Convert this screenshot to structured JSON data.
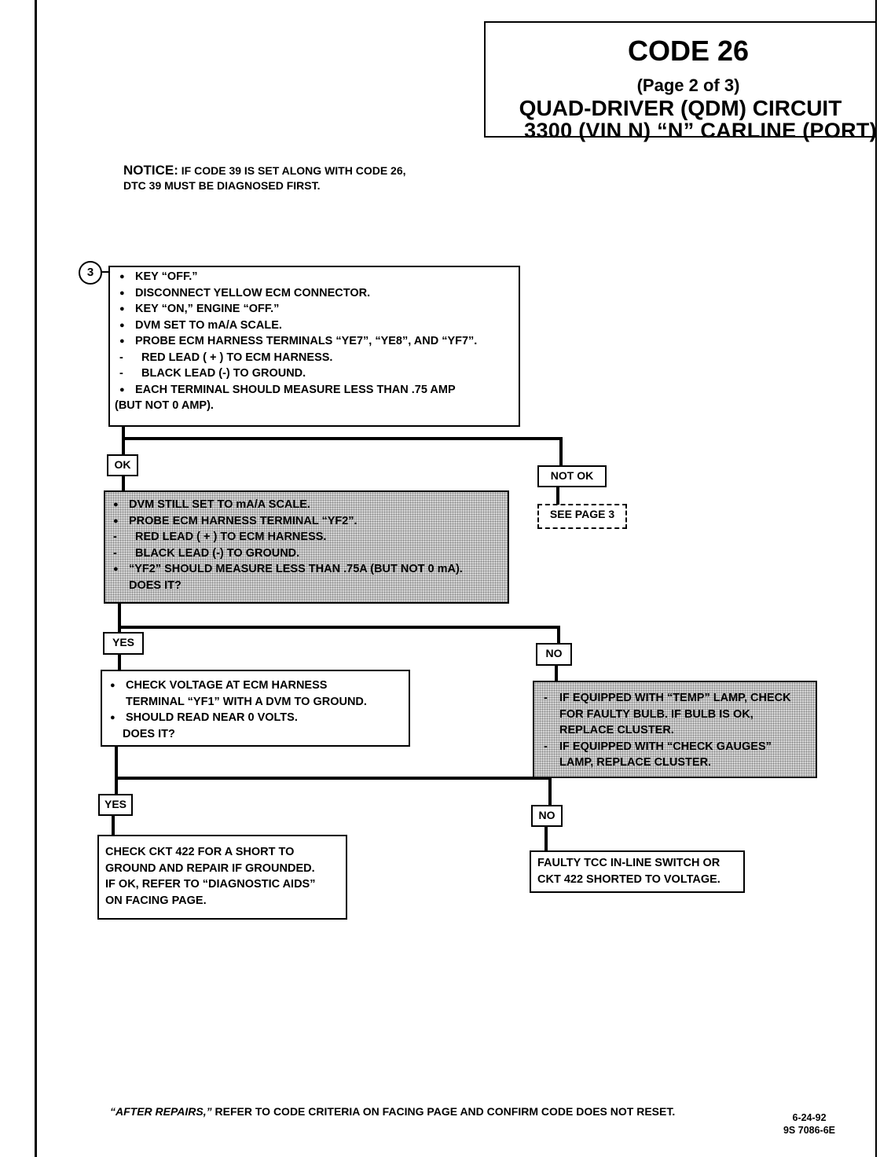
{
  "title": {
    "code": "CODE 26",
    "page": "(Page 2 of 3)",
    "line1": "QUAD-DRIVER (QDM) CIRCUIT",
    "line2": "3300  (VIN N)  “N”  CARLINE  (PORT)"
  },
  "notice": {
    "label": "NOTICE:",
    "text_a": " IF CODE 39 IS SET ALONG WITH CODE 26,",
    "text_b": "DTC 39 MUST BE DIAGNOSED FIRST."
  },
  "step_number": "3",
  "box1": {
    "items": [
      "KEY “OFF.”",
      "DISCONNECT YELLOW ECM CONNECTOR.",
      "KEY “ON,” ENGINE “OFF.”",
      "DVM SET TO mA/A SCALE.",
      "PROBE ECM HARNESS TERMINALS “YE7”, “YE8”, AND “YF7”.",
      "RED LEAD ( + ) TO ECM HARNESS.",
      "BLACK LEAD (-) TO GROUND.",
      "EACH TERMINAL SHOULD MEASURE LESS THAN .75 AMP",
      "(BUT NOT 0 AMP)."
    ]
  },
  "branch1": {
    "ok": "OK",
    "not_ok": "NOT OK",
    "see_page": "SEE PAGE 3"
  },
  "box2": {
    "items": [
      "DVM STILL SET TO mA/A SCALE.",
      "PROBE ECM HARNESS TERMINAL “YF2”.",
      "RED LEAD ( + ) TO ECM HARNESS.",
      "BLACK LEAD (-) TO GROUND.",
      "“YF2” SHOULD MEASURE LESS THAN .75A (BUT NOT 0 mA).",
      "DOES IT?"
    ]
  },
  "branch2": {
    "yes": "YES",
    "no": "NO"
  },
  "box3": {
    "items": [
      "CHECK VOLTAGE AT ECM HARNESS",
      "TERMINAL “YF1” WITH A DVM TO GROUND.",
      "SHOULD READ NEAR 0 VOLTS.",
      "DOES IT?"
    ]
  },
  "box4": {
    "items": [
      "IF EQUIPPED WITH “TEMP” LAMP, CHECK",
      "FOR FAULTY BULB.  IF BULB IS OK,",
      "REPLACE CLUSTER.",
      "IF EQUIPPED WITH “CHECK GAUGES”",
      "LAMP, REPLACE CLUSTER."
    ]
  },
  "branch3": {
    "yes": "YES",
    "no": "NO"
  },
  "box5": {
    "lines": [
      "CHECK CKT 422 FOR A SHORT TO",
      "GROUND AND REPAIR IF GROUNDED.",
      "IF OK, REFER TO “DIAGNOSTIC AIDS”",
      "ON FACING PAGE."
    ]
  },
  "box6": {
    "lines": [
      "FAULTY TCC IN-LINE SWITCH OR",
      "CKT 422 SHORTED TO VOLTAGE."
    ]
  },
  "footer": {
    "emph": "“AFTER REPAIRS,”",
    "text": " REFER TO CODE CRITERIA ON FACING PAGE AND CONFIRM CODE DOES NOT RESET."
  },
  "doc": {
    "date": "6-24-92",
    "number": "9S 7086-6E"
  }
}
